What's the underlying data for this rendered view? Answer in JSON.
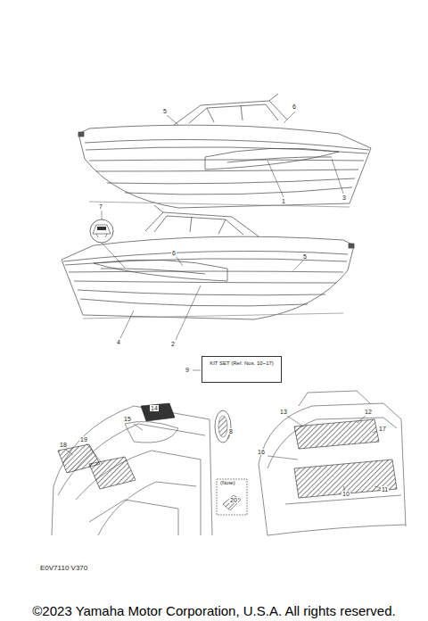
{
  "diagram": {
    "nodes": [
      {
        "text": [
          "KIT SET (Ref. Nos. 10~17)"
        ]
      }
    ],
    "edges": [],
    "labels": [
      "5",
      "6",
      "1",
      "3",
      "7",
      "6",
      "5",
      "4",
      "2",
      "9",
      "14",
      "15",
      "8",
      "18",
      "19",
      "20",
      "(Note)",
      "13",
      "12",
      "17",
      "16",
      "11",
      "10",
      "E0V7110 V370",
      "©2023 Yamaha Motor Corporation, U.S.A. All rights reserved."
    ]
  }
}
